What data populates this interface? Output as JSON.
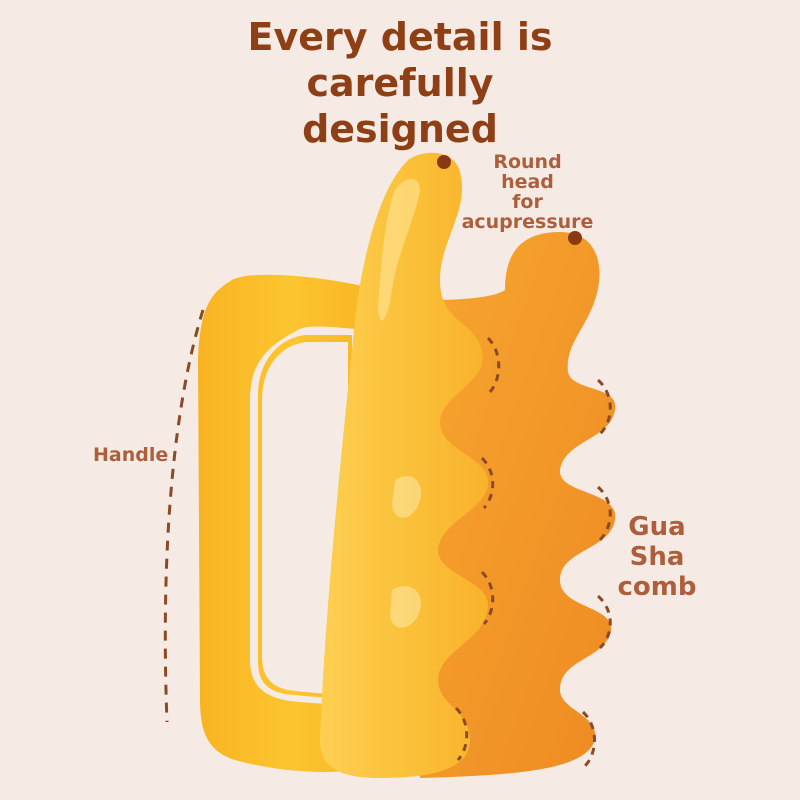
{
  "headline": {
    "line1": "Every detail is",
    "line2": "carefully",
    "line3": "designed"
  },
  "callouts": {
    "round_head": {
      "line1": "Round",
      "line2": "head",
      "line3": "for",
      "line4": "acupressure"
    },
    "handle": "Handle",
    "comb": {
      "line1": "Gua",
      "line2": "Sha",
      "line3": "comb"
    }
  },
  "colors": {
    "background": "#f5ebe4",
    "title": "#8e3f16",
    "label": "#ad5f3c",
    "handle_yellow": "#fbbc24",
    "comb_orange": "#f2962a",
    "dots": "#8a3a12"
  }
}
